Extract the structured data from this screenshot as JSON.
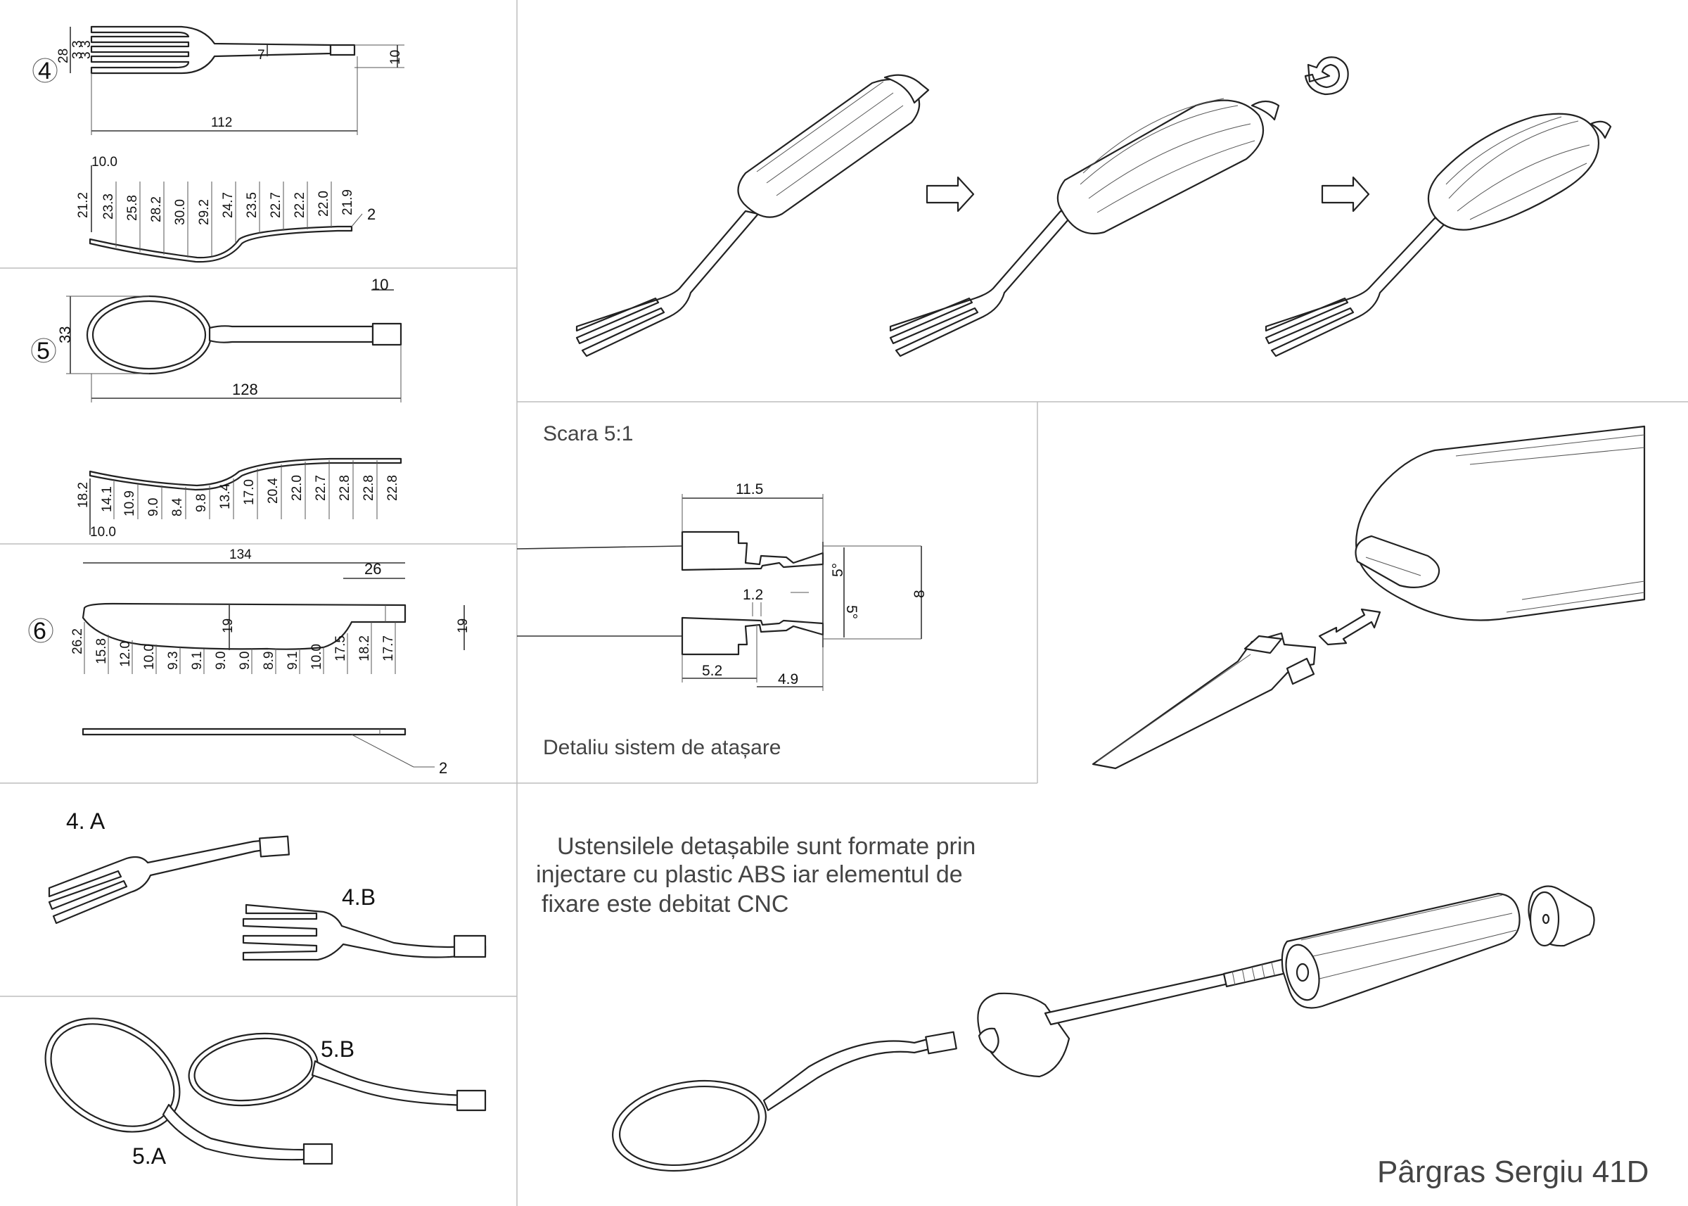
{
  "labels": {
    "fork_num": "4",
    "spoon_num": "5",
    "knife_num": "6",
    "fork_a": "4. A",
    "fork_b": "4.B",
    "spoon_a": "5.A",
    "spoon_b": "5.B",
    "scale": "Scara 5:1",
    "detail": "Detaliu sistem de atașare",
    "description_lines": [
      "Ustensilele detașabile sunt formate prin",
      "injectare cu plastic ABS iar elementul de",
      "fixare este debitat CNC"
    ],
    "signature": "Pârgras Sergiu 41D"
  },
  "fork_dims": {
    "length": "112",
    "tine_h": "28",
    "tine_gaps": [
      "3",
      "3",
      "3",
      "3"
    ],
    "neck": "7",
    "end": "10",
    "profile_first": "10.0",
    "profile": [
      "21.2",
      "23.3",
      "25.8",
      "28.2",
      "30.0",
      "29.2",
      "24.7",
      "23.5",
      "22.7",
      "22.2",
      "22.0",
      "21.9"
    ],
    "thickness": "2"
  },
  "spoon_dims": {
    "length": "128",
    "width": "33",
    "end": "10",
    "profile_first": "10.0",
    "profile": [
      "18.2",
      "14.1",
      "10.9",
      "9.0",
      "8.4",
      "9.8",
      "13.4",
      "17.0",
      "20.4",
      "22.0",
      "22.7",
      "22.8",
      "22.8",
      "22.8"
    ]
  },
  "knife_dims": {
    "length": "134",
    "handle": "26",
    "blade_h": "19",
    "total_h": "19",
    "profile": [
      "26.2",
      "15.8",
      "12.0",
      "10.0",
      "9.3",
      "9.1",
      "9.0",
      "9.0",
      "8.9",
      "9.1",
      "10.0",
      "17.5",
      "18.2",
      "17.7"
    ],
    "thickness": "2"
  },
  "detail_dims": {
    "top": "11.5",
    "gap": "1.2",
    "angle_top": "5°",
    "angle_bottom": "5°",
    "height": "8",
    "bottom_left": "5.2",
    "bottom_right": "4.9"
  }
}
